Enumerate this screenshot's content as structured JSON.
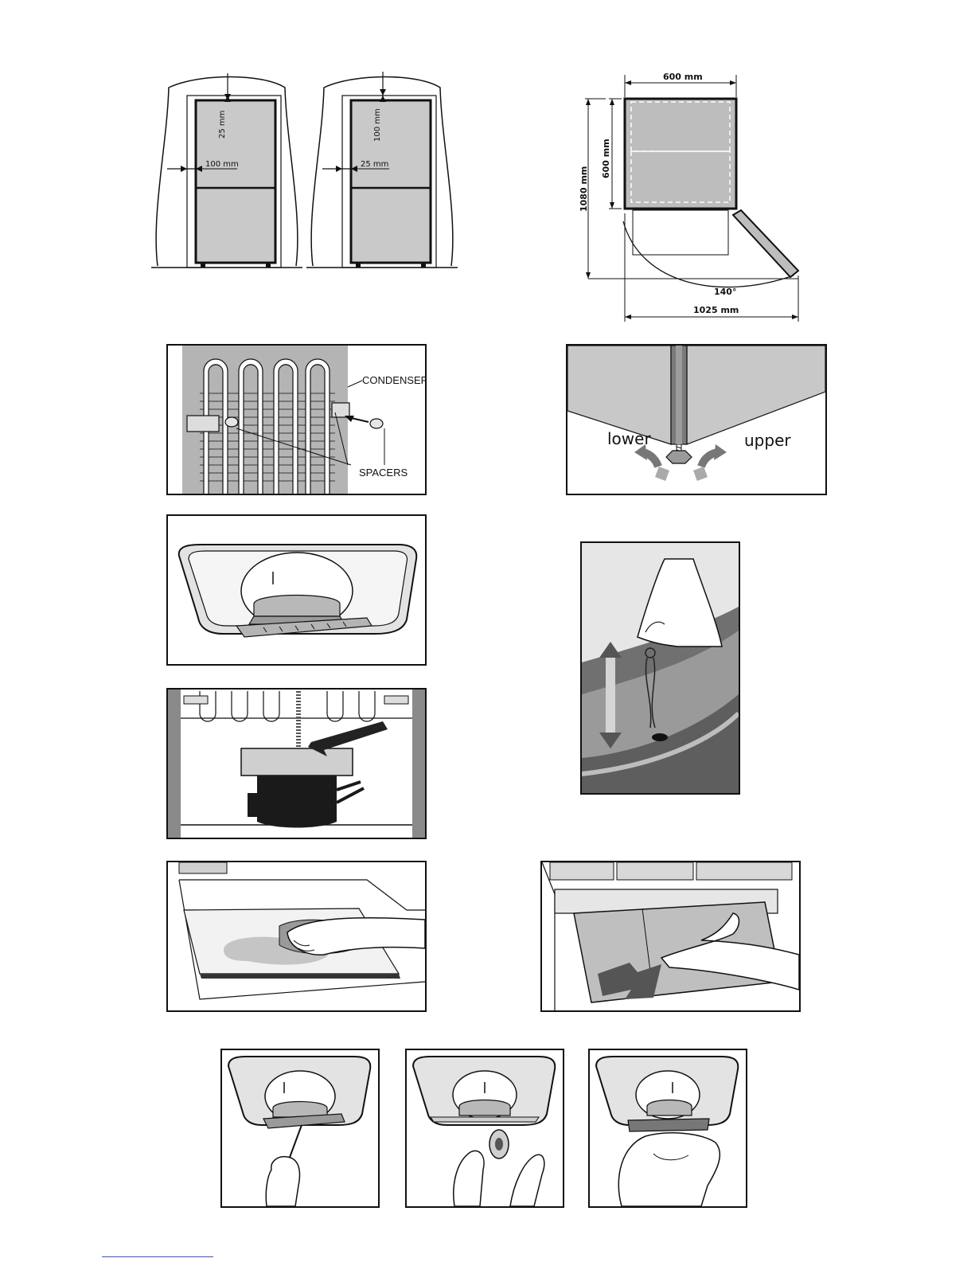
{
  "clearance": {
    "left": {
      "top_gap": "25 mm",
      "side_gap": "100 mm"
    },
    "right": {
      "top_gap": "100 mm",
      "side_gap": "25 mm"
    }
  },
  "door_swing": {
    "width": "600 mm",
    "depth": "600 mm",
    "total_depth": "1080 mm",
    "angle": "140°",
    "total_width": "1025 mm"
  },
  "condenser_panel": {
    "condenser_label": "CONDENSER",
    "spacers_label": "SPACERS"
  },
  "feet_panel": {
    "lower_label": "lower",
    "upper_label": "upper"
  },
  "colors": {
    "panel_gray": "#bdbdbd",
    "dark_gray": "#6e6e6e",
    "line": "#111111"
  }
}
